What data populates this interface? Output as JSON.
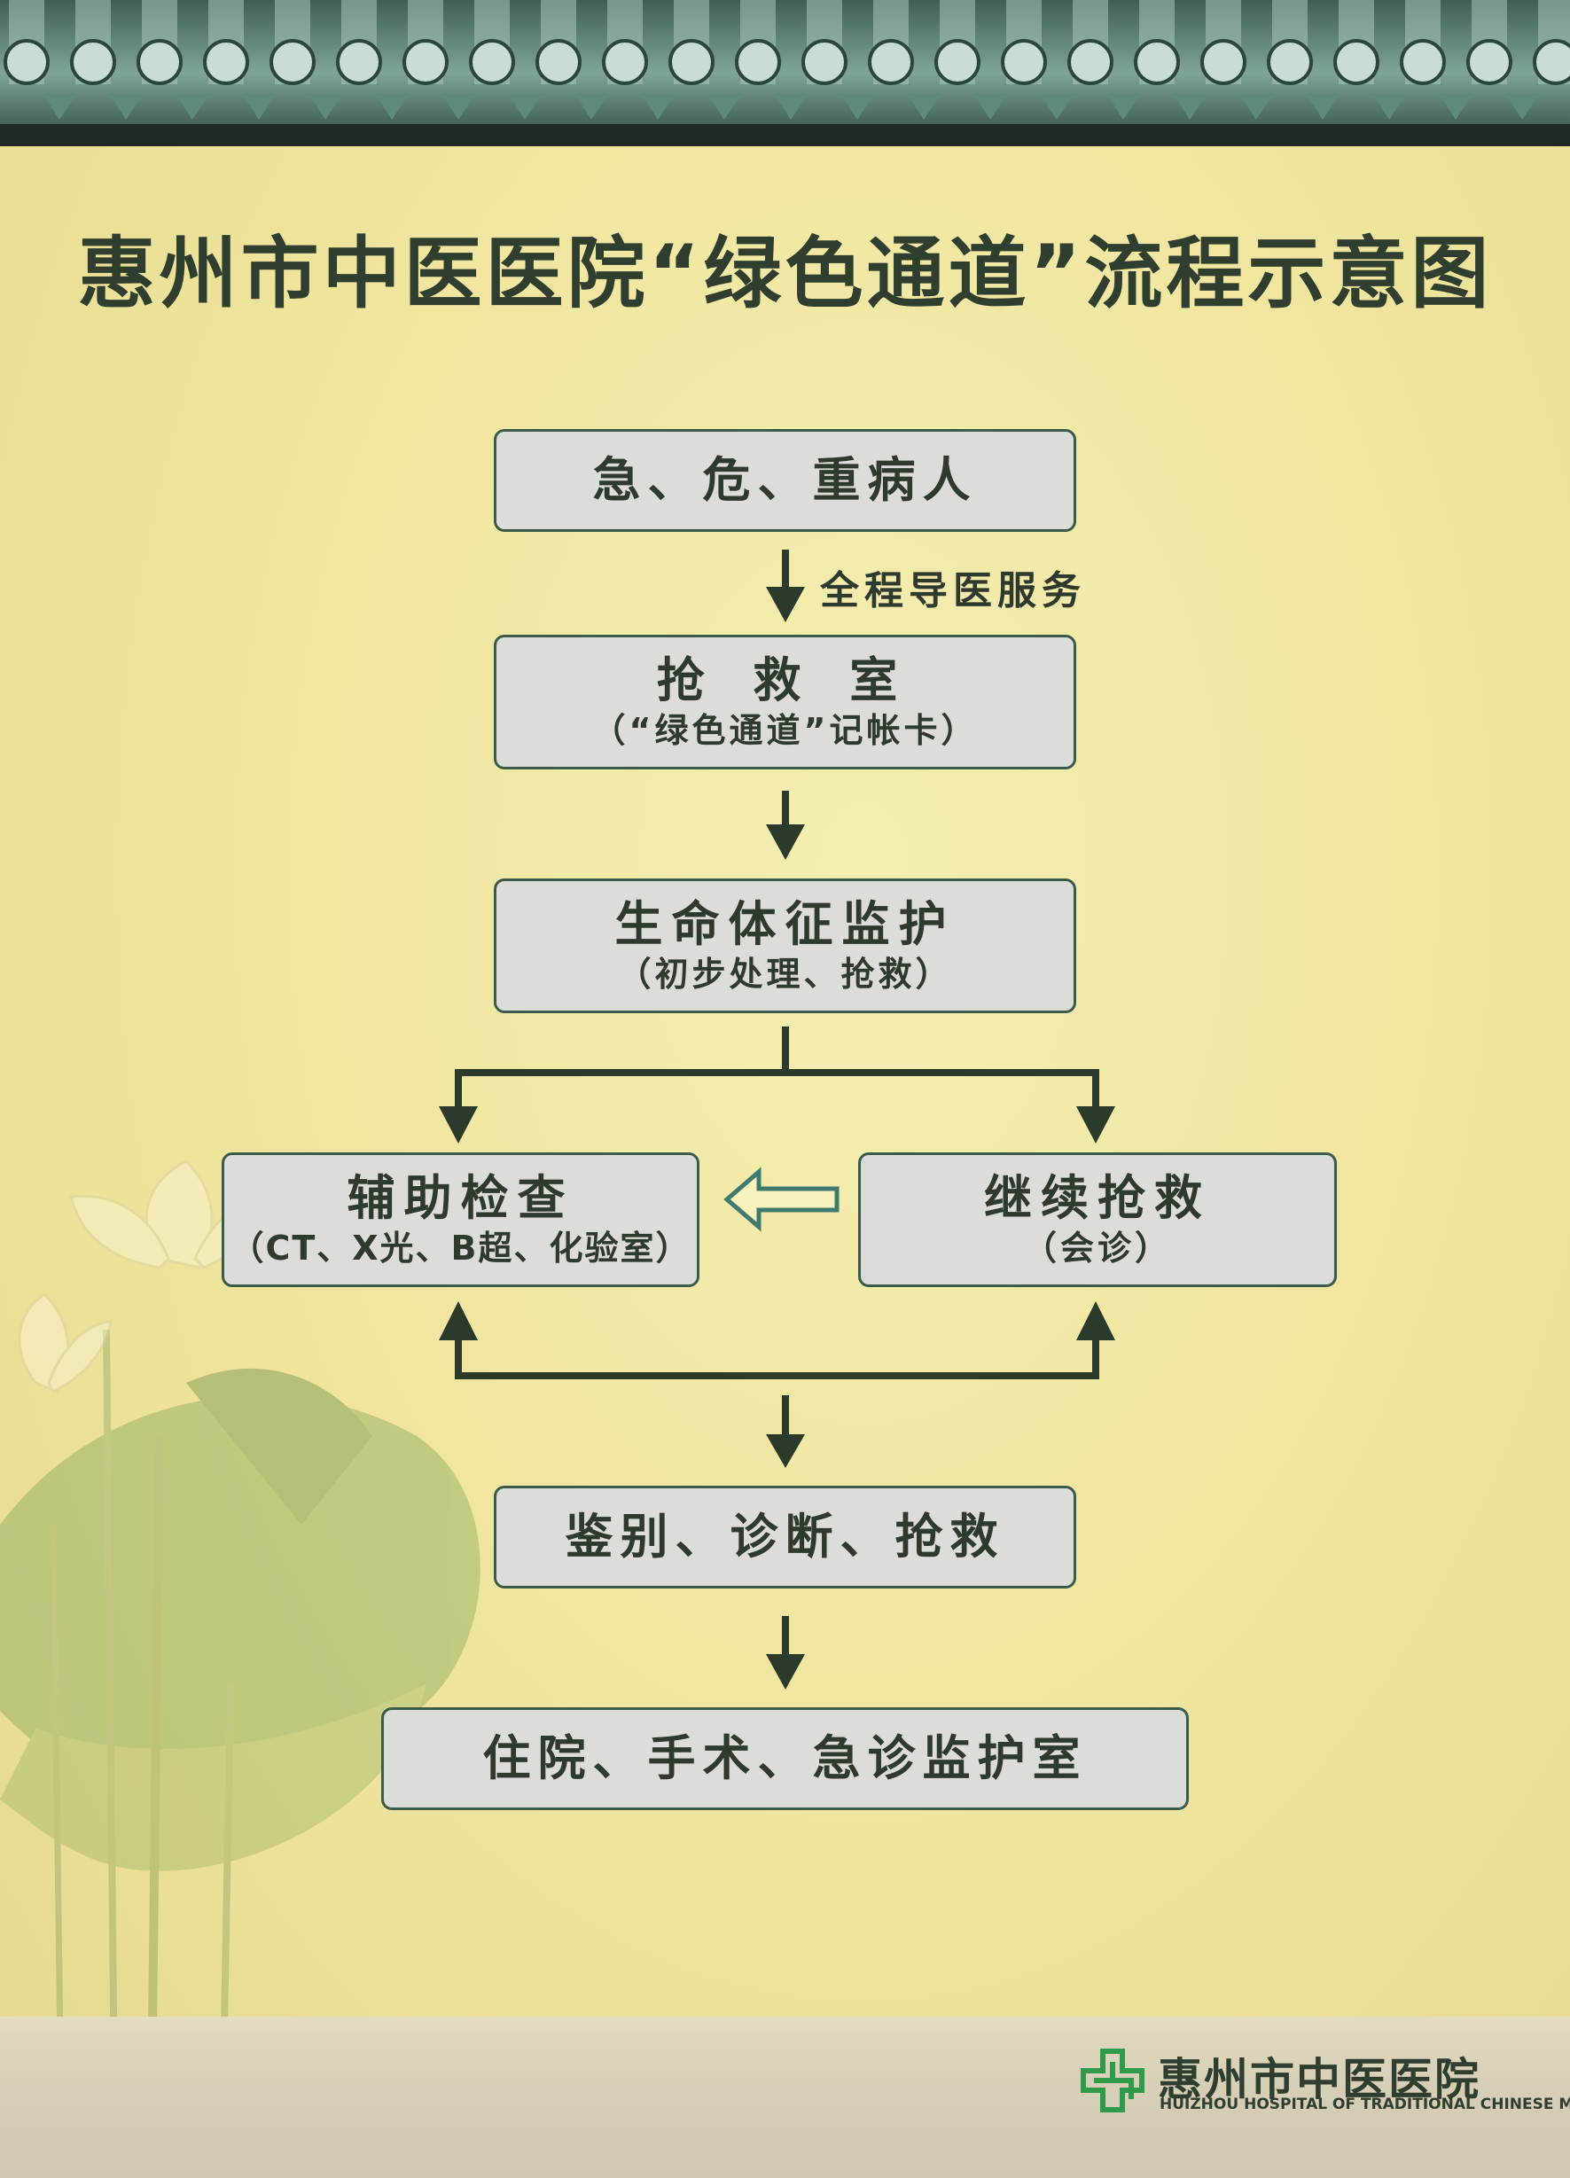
{
  "title": "惠州市中医医院“绿色通道”流程示意图",
  "nodes": {
    "patient": {
      "label": "急、危、重病人"
    },
    "rescue_room": {
      "label": "抢 救 室",
      "sub": "（“绿色通道”记帐卡）"
    },
    "vital_monitor": {
      "label": "生命体征监护",
      "sub": "（初步处理、抢救）"
    },
    "aux_exam": {
      "label": "辅助检查",
      "sub": "（CT、X光、B超、化验室）"
    },
    "continue_rescue": {
      "label": "继续抢救",
      "sub": "（会诊）"
    },
    "diagnosis": {
      "label": "鉴别、诊断、抢救"
    },
    "outcome": {
      "label": "住院、手术、急诊监护室"
    }
  },
  "edges": {
    "guide_service": "全程导医服务"
  },
  "logo": {
    "name": "惠州市中医医院",
    "english": "HUIZHOU HOSPITAL OF TRADITIONAL CHINESE MEDICINE"
  },
  "colors": {
    "background": "#f1e7a3",
    "box_fill": "#dcdcd8",
    "box_border": "#3a5a4a",
    "arrow": "#2b3a2b",
    "hollow_arrow": "#3f7a70",
    "logo_green": "#2e9a4a"
  }
}
